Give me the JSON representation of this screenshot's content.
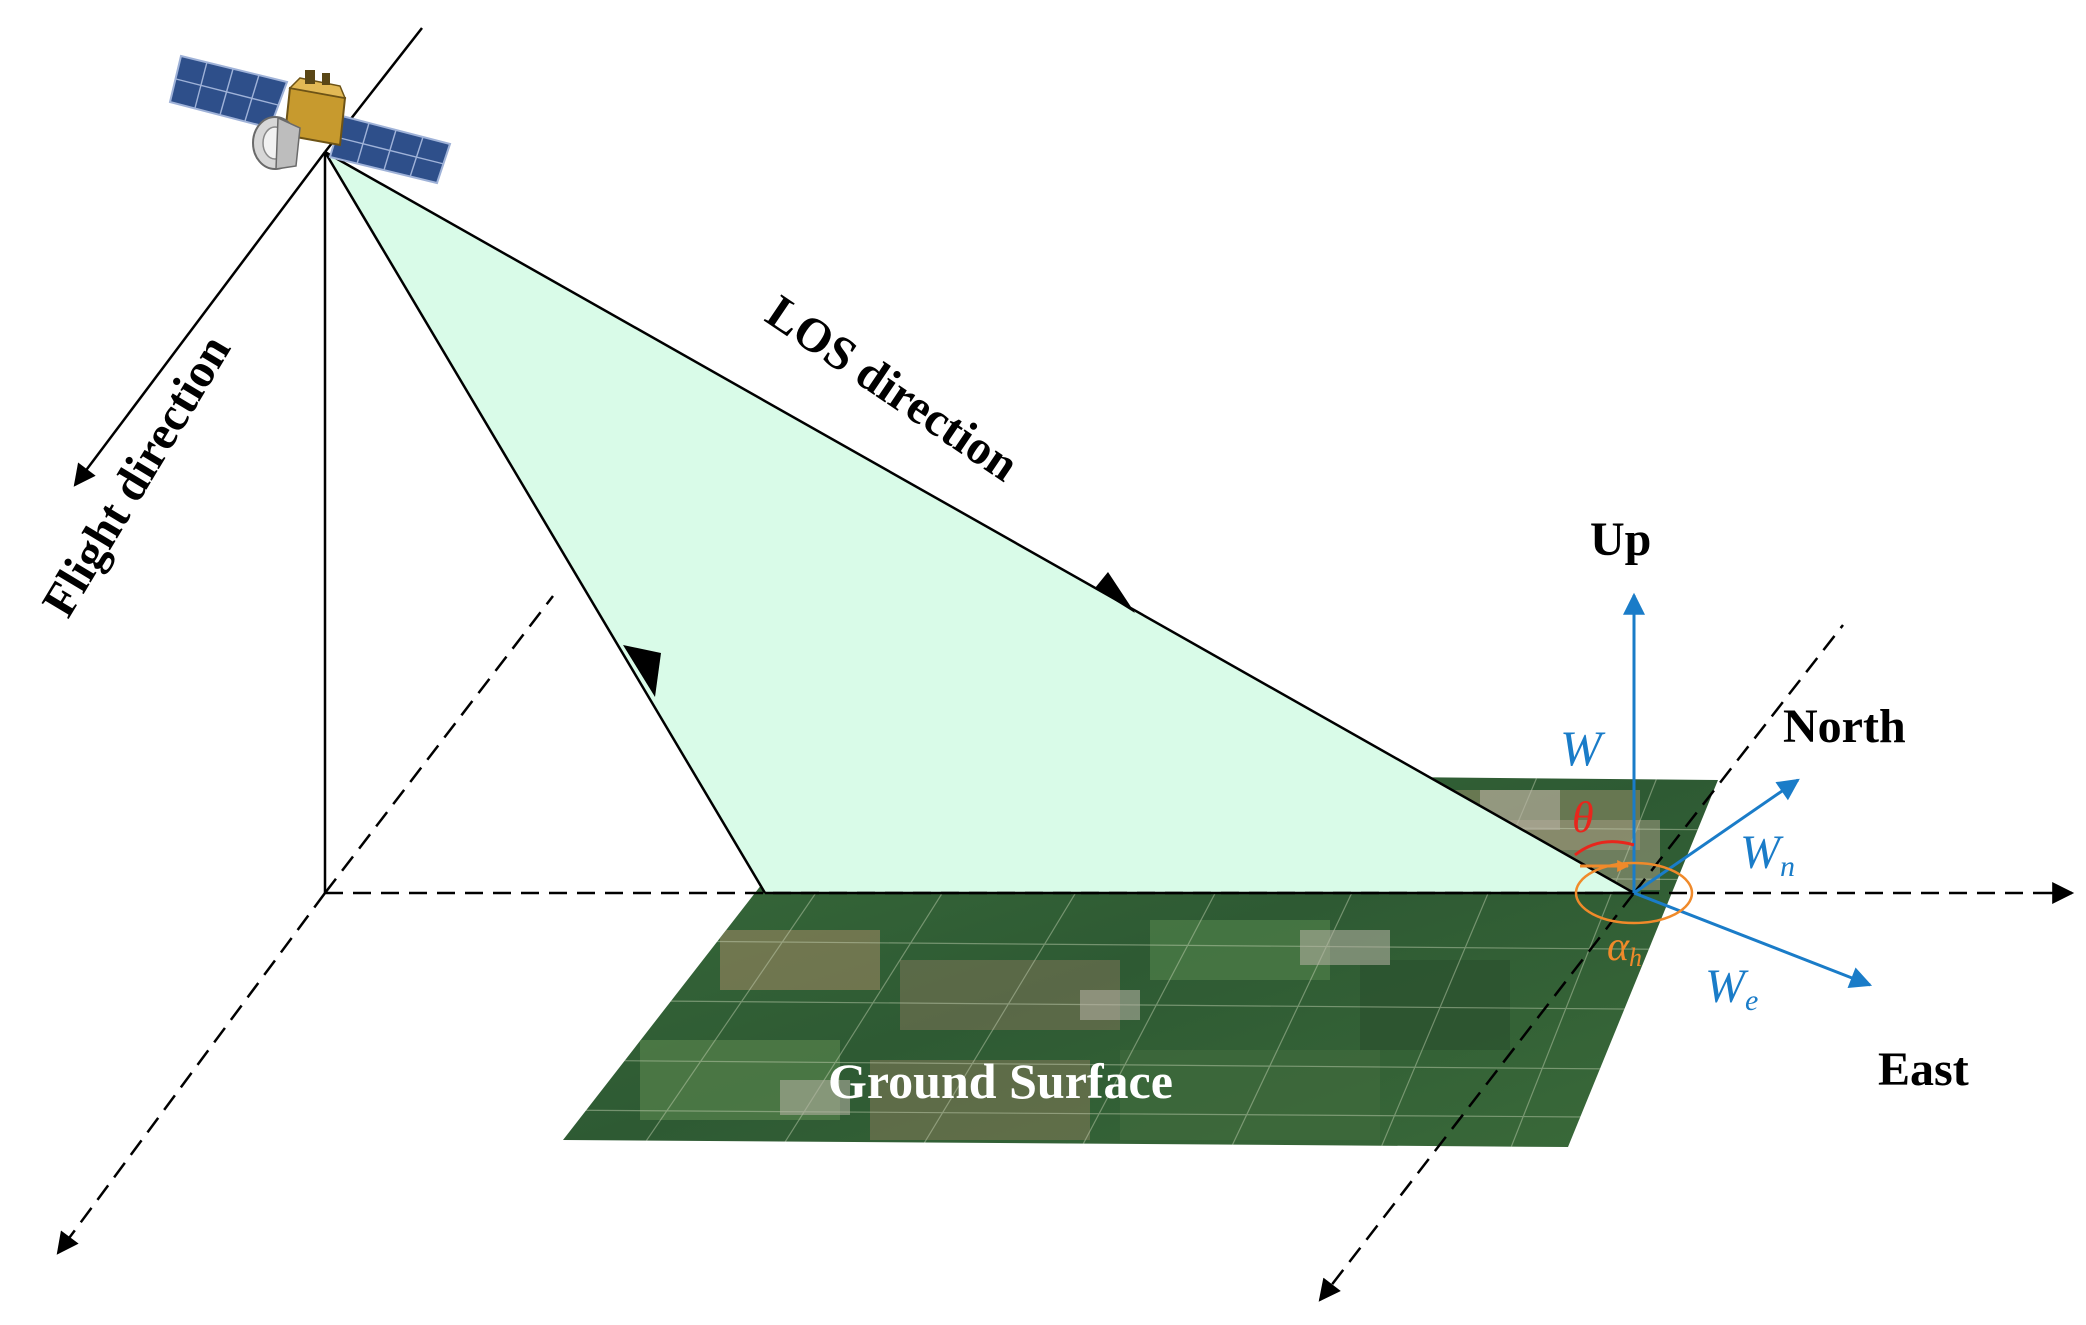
{
  "labels": {
    "flight_direction": "Flight direction",
    "los_direction": "LOS direction",
    "up": "Up",
    "north": "North",
    "east": "East",
    "ground_surface": "Ground Surface"
  },
  "vectors": {
    "w": "W",
    "w_n_base": "W",
    "w_n_sub": "n",
    "w_e_base": "W",
    "w_e_sub": "e"
  },
  "angles": {
    "theta": "θ",
    "alpha_base": "α",
    "alpha_sub": "h"
  },
  "colors": {
    "footprint_fill": "#d9fbe8",
    "vector_blue": "#1a7cc8",
    "theta_red": "#e8261c",
    "alpha_orange": "#f08a2a",
    "line_black": "#000000",
    "field_dark": "#2f5b35",
    "field_mid": "#3f7440",
    "field_tan": "#a08a63"
  },
  "icons": {
    "satellite": "satellite-icon"
  }
}
